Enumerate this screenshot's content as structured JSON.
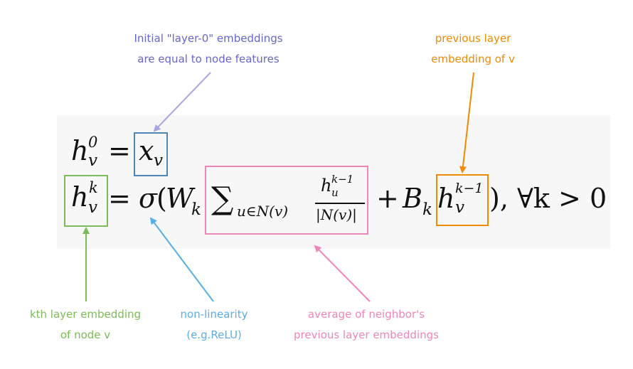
{
  "colors": {
    "purple": "#6666cc",
    "purple_arrow": "#a9a6e6",
    "orange": "#f08a00",
    "green": "#7dbb5a",
    "blue": "#5aaee6",
    "pink": "#ee86b8",
    "steel": "#4f86b5",
    "formula_bg": "#f7f7f7"
  },
  "formula": {
    "line1": {
      "h": "h",
      "v": "v",
      "zero": "0",
      "eq": "=",
      "x": "x",
      "xv": "v"
    },
    "line2": {
      "h": "h",
      "v": "v",
      "k": "k",
      "eq": "=",
      "sigma": "σ",
      "open_paren": "(",
      "W": "W",
      "Wk": "k",
      "sum": "∑",
      "sum_sub": "u∈N(v)",
      "num_h": "h",
      "num_u": "u",
      "num_sup": "k−1",
      "den": "|N(v)|",
      "plus": "+",
      "B": "B",
      "Bk": "k",
      "prev_h": "h",
      "prev_v": "v",
      "prev_sup": "k−1",
      "tail": "), ∀k > 0"
    }
  },
  "annotations": {
    "initial": [
      "Initial \"layer-0\" embeddings",
      "are equal to node features"
    ],
    "previous": [
      "previous layer",
      "embedding of v"
    ],
    "kth": [
      "kth layer embedding",
      "of node v"
    ],
    "nonlinearity": [
      "non-linearity",
      "(e.g.ReLU)"
    ],
    "average": [
      "average of neighbor's",
      "previous layer embeddings"
    ]
  }
}
